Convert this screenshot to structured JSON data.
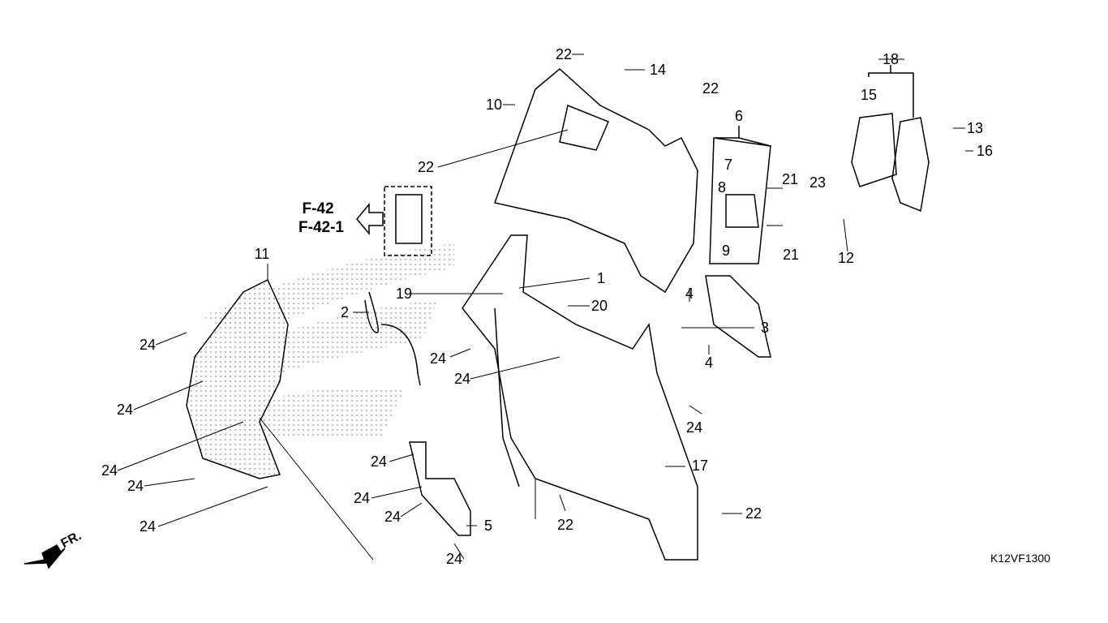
{
  "diagram_code": "K12VF1300",
  "front_label": "FR.",
  "references": [
    "F-42",
    "F-42-1"
  ],
  "callouts": [
    "22",
    "14",
    "22",
    "10",
    "22",
    "6",
    "18",
    "15",
    "13",
    "16",
    "7",
    "8",
    "21",
    "23",
    "21",
    "9",
    "12",
    "11",
    "1",
    "19",
    "20",
    "2",
    "4",
    "3",
    "4",
    "24",
    "24",
    "24",
    "24",
    "24",
    "17",
    "24",
    "24",
    "24",
    "24",
    "24",
    "5",
    "22",
    "22",
    "24",
    "24"
  ],
  "colors": {
    "line": "#000000",
    "background": "#ffffff",
    "shade": "#bbbbbb"
  }
}
